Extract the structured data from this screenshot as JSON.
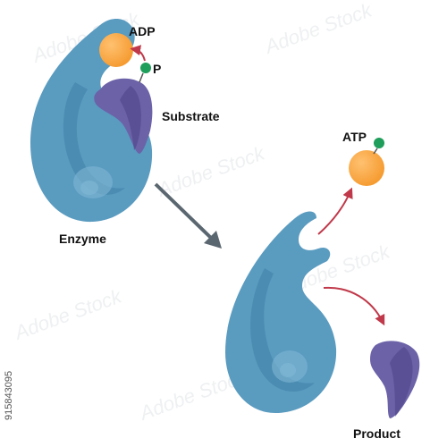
{
  "labels": {
    "adp": "ADP",
    "phosphate": "P",
    "substrate": "Substrate",
    "enzyme": "Enzyme",
    "atp": "ATP",
    "product": "Product"
  },
  "stock_id": "915843095",
  "watermark": "Adobe Stock",
  "colors": {
    "enzyme_fill": "#5a9bc0",
    "enzyme_dark": "#3f7fa6",
    "enzyme_light": "#7fb6d4",
    "substrate_fill": "#6b62a8",
    "substrate_dark": "#4d4588",
    "atp_ball": "#f59a2f",
    "atp_highlight": "#ffc170",
    "phosphate": "#1e9e5a",
    "reaction_arrow": "#c0394a",
    "process_arrow": "#5b6770"
  }
}
